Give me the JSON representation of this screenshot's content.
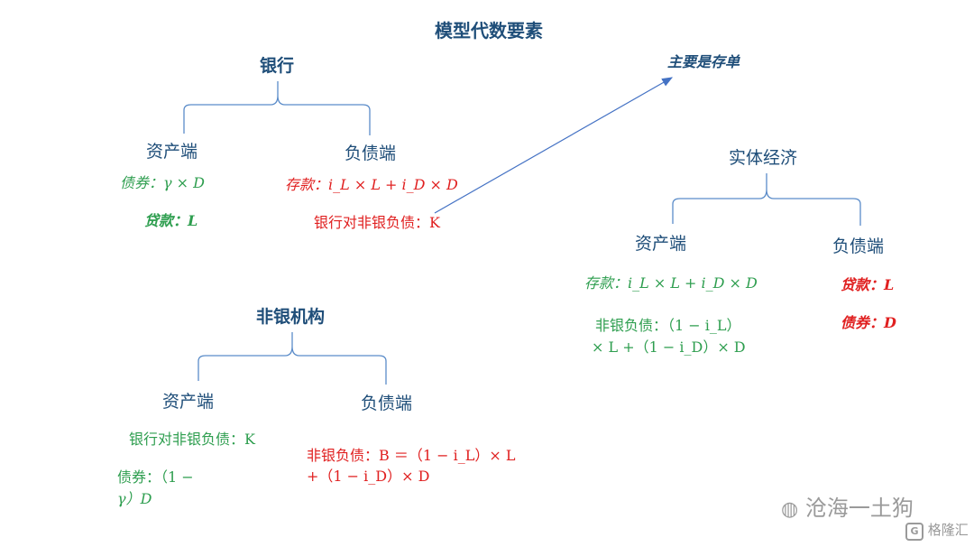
{
  "title": "模型代数要素",
  "bank": {
    "label": "银行",
    "asset_label": "资产端",
    "liability_label": "负债端",
    "asset_items": [
      "债券：γ × D",
      "贷款：L"
    ],
    "liability_items": [
      "存款：i_L × L + i_D × D",
      "银行对非银负债：K"
    ]
  },
  "annotation": "主要是存单",
  "real_economy": {
    "label": "实体经济",
    "asset_label": "资产端",
    "liability_label": "负债端",
    "asset_items": [
      "存款：i_L × L + i_D × D",
      "非银负债：（1 − i_L）",
      "× L +（1 − i_D）× D"
    ],
    "liability_items": [
      "贷款：L",
      "债券：D"
    ]
  },
  "nonbank": {
    "label": "非银机构",
    "asset_label": "资产端",
    "liability_label": "负债端",
    "asset_items": [
      "银行对非银负债：K",
      "债券：（1 −",
      "γ）D"
    ],
    "liability_items": [
      "非银负债：B ＝（1 − i_L）× L",
      "+（1 − i_D）× D"
    ]
  },
  "watermark": {
    "text": "沧海一土狗",
    "brand": "格隆汇"
  },
  "colors": {
    "node": "#1f4e79",
    "line": "#5b8cc9",
    "green": "#2e9e4f",
    "red": "#e02020",
    "arrow": "#4472c4"
  }
}
